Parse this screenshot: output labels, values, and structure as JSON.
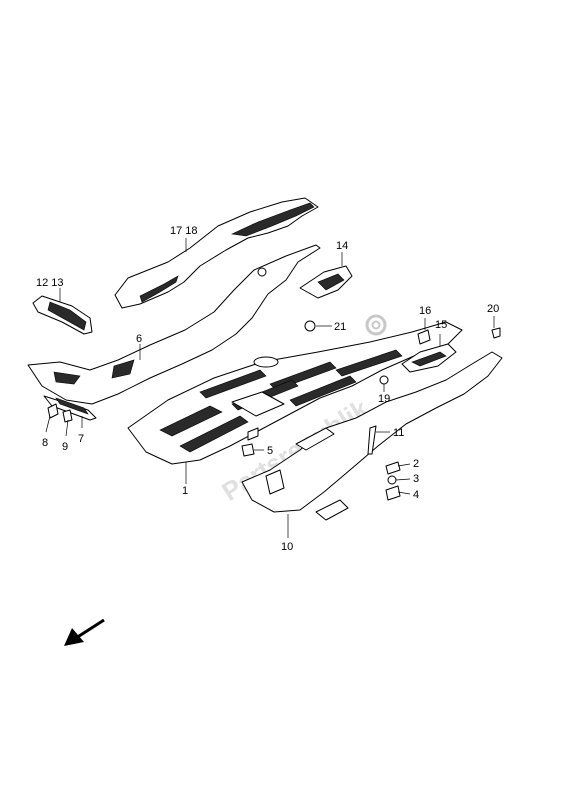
{
  "watermark": "Partsrepublik",
  "parts": [
    {
      "id": "p1",
      "label": "1"
    },
    {
      "id": "p2",
      "label": "2"
    },
    {
      "id": "p3",
      "label": "3"
    },
    {
      "id": "p4",
      "label": "4"
    },
    {
      "id": "p5",
      "label": "5"
    },
    {
      "id": "p6",
      "label": "6"
    },
    {
      "id": "p7",
      "label": "7"
    },
    {
      "id": "p8",
      "label": "8"
    },
    {
      "id": "p9",
      "label": "9"
    },
    {
      "id": "p10",
      "label": "10"
    },
    {
      "id": "p11",
      "label": "11"
    },
    {
      "id": "p12_13",
      "label": "12 13"
    },
    {
      "id": "p14",
      "label": "14"
    },
    {
      "id": "p15",
      "label": "15"
    },
    {
      "id": "p16",
      "label": "16"
    },
    {
      "id": "p17_18",
      "label": "17 18"
    },
    {
      "id": "p19",
      "label": "19"
    },
    {
      "id": "p20",
      "label": "20"
    },
    {
      "id": "p21",
      "label": "21"
    }
  ],
  "icons": {
    "direction": "front-direction-arrow-icon",
    "logo": "gear-logo-icon"
  }
}
